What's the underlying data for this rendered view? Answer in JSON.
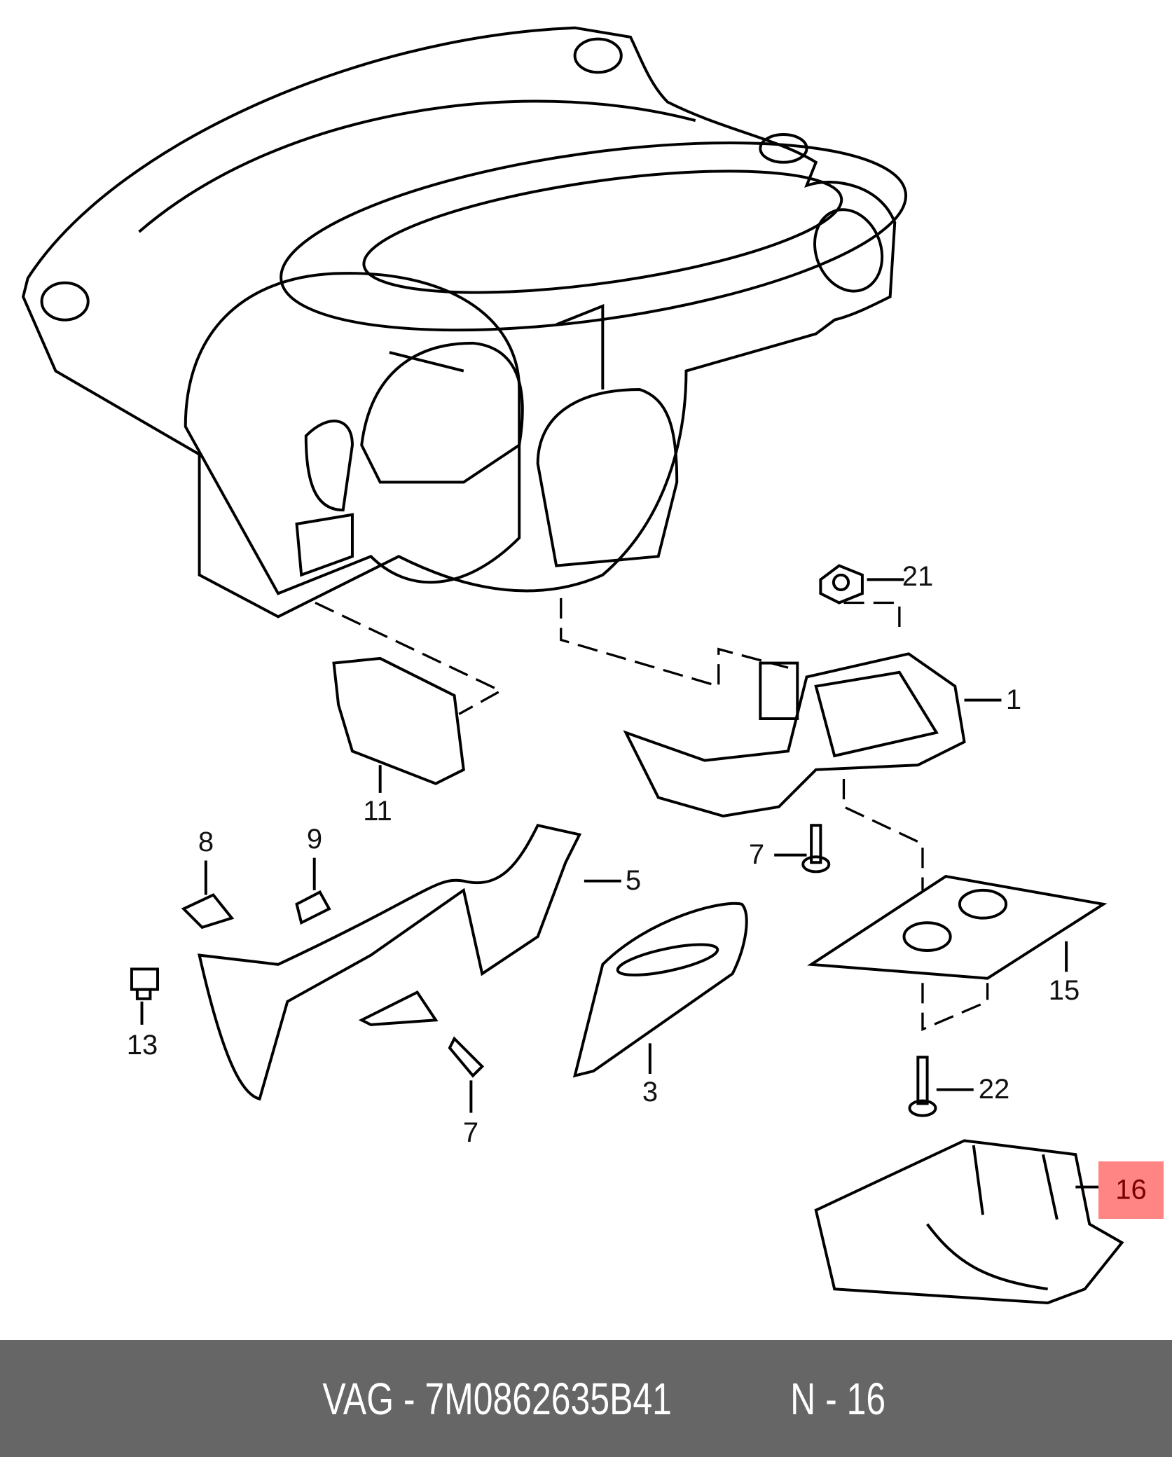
{
  "callouts": [
    {
      "id": "21",
      "text": "21"
    },
    {
      "id": "1",
      "text": "1"
    },
    {
      "id": "11",
      "text": "11"
    },
    {
      "id": "8",
      "text": "8"
    },
    {
      "id": "9",
      "text": "9"
    },
    {
      "id": "5",
      "text": "5"
    },
    {
      "id": "7a",
      "text": "7"
    },
    {
      "id": "15",
      "text": "15"
    },
    {
      "id": "13",
      "text": "13"
    },
    {
      "id": "3",
      "text": "3"
    },
    {
      "id": "22",
      "text": "22"
    },
    {
      "id": "7b",
      "text": "7"
    }
  ],
  "highlighted_callout": {
    "text": "16",
    "color": "#ff8585"
  },
  "footer": {
    "part_label": "VAG - 7M0862635B41",
    "position_label": "N - 16",
    "background": "#666666"
  }
}
